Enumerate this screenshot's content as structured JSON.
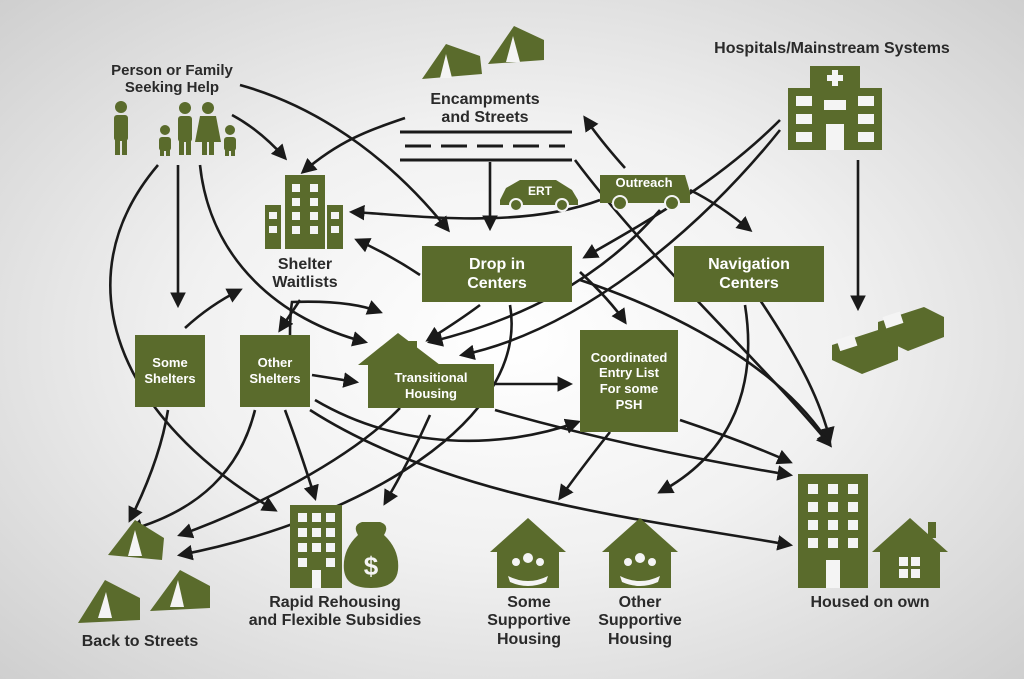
{
  "colors": {
    "node_green": "#5a6b2c",
    "arrow": "#1a1a1a",
    "text": "#2a2a2a"
  },
  "nodes": {
    "person": {
      "line1": "Person or Family",
      "line2": "Seeking Help"
    },
    "encampments": {
      "line1": "Encampments",
      "line2": "and Streets"
    },
    "hospitals": "Hospitals/Mainstream Systems",
    "ert": "ERT",
    "outreach": "Outreach",
    "shelter_waitlists": {
      "line1": "Shelter",
      "line2": "Waitlists"
    },
    "drop_in": {
      "line1": "Drop in",
      "line2": "Centers"
    },
    "navigation": {
      "line1": "Navigation",
      "line2": "Centers"
    },
    "some_shelters": {
      "line1": "Some",
      "line2": "Shelters"
    },
    "other_shelters": {
      "line1": "Other",
      "line2": "Shelters"
    },
    "transitional": {
      "line1": "Transitional",
      "line2": "Housing"
    },
    "coordinated": {
      "line1": "Coordinated",
      "line2": "Entry List",
      "line3": "For some",
      "line4": "PSH"
    },
    "back_to_streets": "Back to Streets",
    "rapid_rehousing": {
      "line1": "Rapid Rehousing",
      "line2": "and Flexible Subsidies"
    },
    "some_supportive": {
      "line1": "Some",
      "line2": "Supportive",
      "line3": "Housing"
    },
    "other_supportive": {
      "line1": "Other",
      "line2": "Supportive",
      "line3": "Housing"
    },
    "housed_on_own": "Housed on own"
  },
  "icons": [
    "people-icon",
    "tent-icon",
    "road-icon",
    "car-icon",
    "van-icon",
    "hospital-icon",
    "apartment-building-icon",
    "house-icon",
    "bed-icon",
    "money-bag-icon",
    "supportive-house-icon"
  ]
}
